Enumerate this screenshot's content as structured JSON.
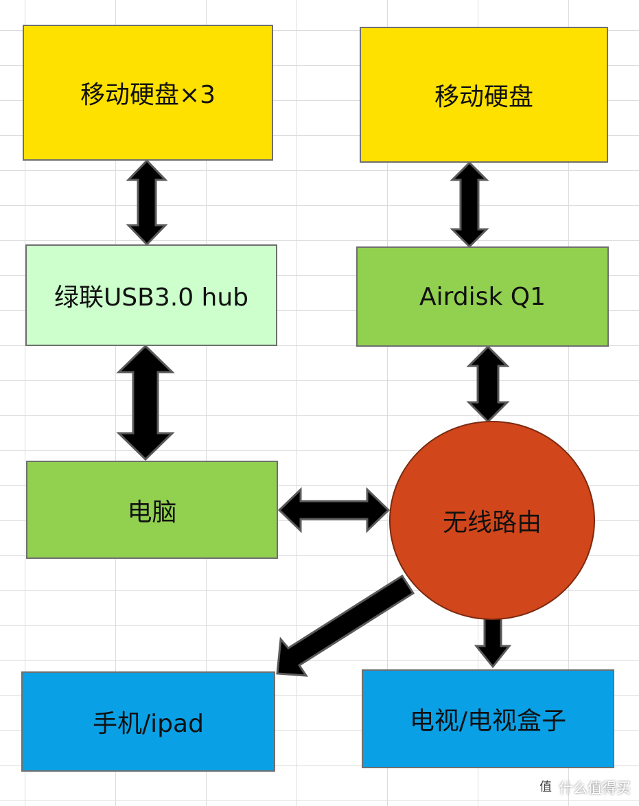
{
  "nodes": {
    "disk3": "移动硬盘×3",
    "disk": "移动硬盘",
    "hub": "绿联USB3.0 hub",
    "airdisk": "Airdisk Q1",
    "pc": "电脑",
    "router": "无线路由",
    "phone": "手机/ipad",
    "tv": "电视/电视盒子"
  },
  "watermark": {
    "logo": "值",
    "text": "什么值得买"
  },
  "colors": {
    "storage": "#ffe100",
    "hub": "#ccffcc",
    "device": "#92d050",
    "router": "#d2461b",
    "client": "#0aa0e6",
    "arrow": "#000000"
  }
}
